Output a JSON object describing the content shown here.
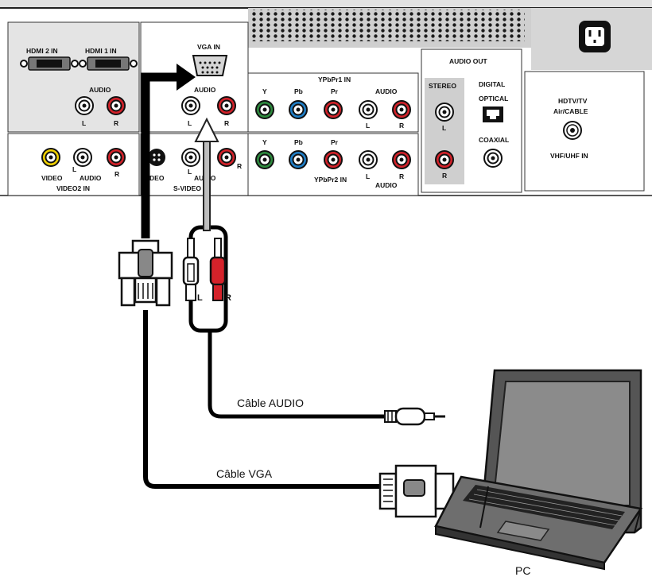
{
  "panel": {
    "hdmi2_label": "HDMI 2 IN",
    "hdmi1_label": "HDMI 1 IN",
    "audio_label_1": "AUDIO",
    "audio_l_1": "L",
    "audio_r_1": "R",
    "vga_in_label": "VGA IN",
    "vga_audio_label": "AUDIO",
    "vga_audio_l": "L",
    "vga_audio_r": "R",
    "video2_video_label": "VIDEO",
    "video2_audio_label": "AUDIO",
    "video2_l": "L",
    "video2_r": "R",
    "video2_label": "VIDEO2 IN",
    "svideo_video_label": "VIDEO",
    "svideo_l": "L",
    "svideo_audio_label": "AUDIO",
    "svideo_r": "R",
    "svideo_label": "S-VIDEO",
    "ypbpr1_label": "YPbPr1 IN",
    "ypbpr1_y": "Y",
    "ypbpr1_pb": "Pb",
    "ypbpr1_pr": "Pr",
    "ypbpr1_audio": "AUDIO",
    "ypbpr1_l": "L",
    "ypbpr1_r": "R",
    "ypbpr2_y": "Y",
    "ypbpr2_pb": "Pb",
    "ypbpr2_pr": "Pr",
    "ypbpr2_label": "YPbPr2 IN",
    "ypbpr2_l": "L",
    "ypbpr2_r": "R",
    "ypbpr2_audio": "AUDIO",
    "audio_out_label": "AUDIO OUT",
    "stereo_label": "STEREO",
    "stereo_l": "L",
    "stereo_r": "R",
    "digital_label": "DIGITAL",
    "optical_label": "OPTICAL",
    "coaxial_label": "COAXIAL",
    "hdtv_label": "HDTV/TV",
    "air_cable_label": "Air/CABLE",
    "vhf_label": "VHF/UHF IN"
  },
  "cables": {
    "plug_l": "L",
    "plug_r": "R",
    "audio_cable_label": "Câble AUDIO",
    "vga_cable_label": "Câble VGA"
  },
  "device": {
    "pc_label": "PC"
  },
  "colors": {
    "component_green": "#2e8b3e",
    "component_blue": "#1f7fc8",
    "component_red": "#d4222a",
    "composite_yellow": "#f0d000",
    "audio_white": "#ffffff",
    "audio_red": "#d4222a",
    "panel_grey": "#cfcfcf",
    "cable_black": "#000000"
  }
}
